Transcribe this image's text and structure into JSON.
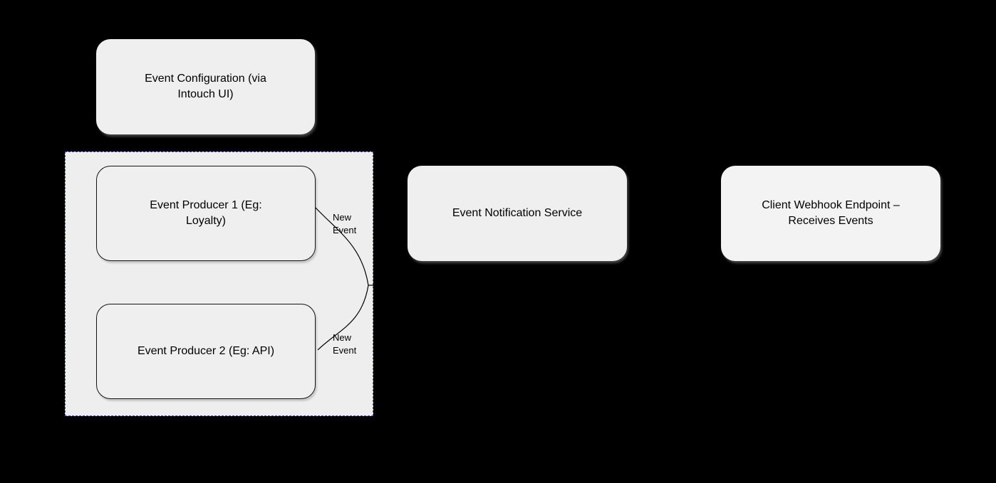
{
  "diagram": {
    "nodes": [
      {
        "id": "event-configuration",
        "label": "Event Configuration (via\nIntouch UI)"
      },
      {
        "id": "event-producer-1",
        "label": "Event Producer 1 (Eg:\nLoyalty)"
      },
      {
        "id": "event-producer-2",
        "label": "Event Producer 2 (Eg: API)"
      },
      {
        "id": "event-notification-service",
        "label": "Event Notification Service"
      },
      {
        "id": "client-webhook-endpoint",
        "label": "Client Webhook Endpoint –\nReceives Events"
      }
    ],
    "container": {
      "id": "event-producers-group"
    },
    "connector_labels": [
      {
        "text": "New\nEvent"
      },
      {
        "text": "New\nEvent"
      }
    ],
    "colors": {
      "canvas_background": "#000000",
      "node_fill": "#efefef",
      "webhook_node_fill": "#f3f3f3",
      "node_border": "#141414",
      "container_fill": "#eeeeee",
      "container_border": "#4545e0",
      "connector_stroke": "#000000",
      "text": "#000000"
    }
  }
}
